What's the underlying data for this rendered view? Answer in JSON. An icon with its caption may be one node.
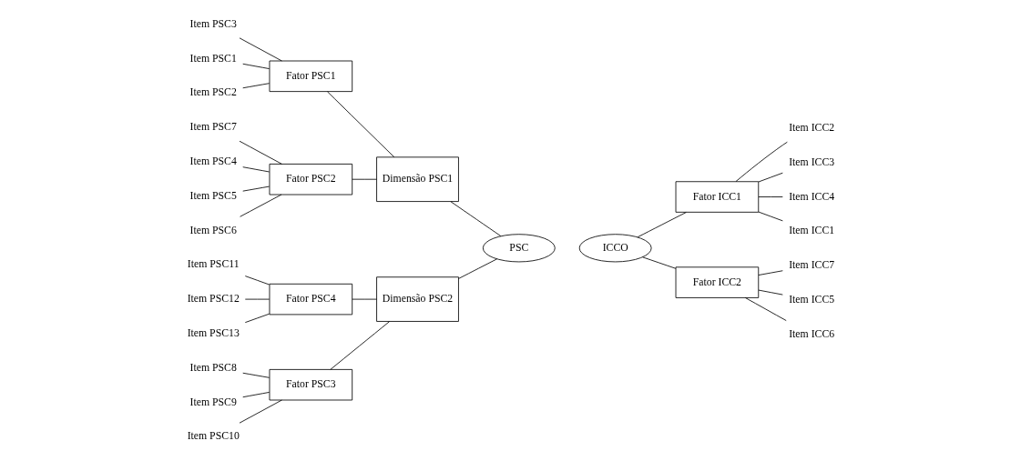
{
  "diagram": {
    "nodes": [
      {
        "text": [
          "Item PSC1"
        ]
      },
      {
        "text": [
          "Item PSC2"
        ]
      },
      {
        "text": [
          "Item PSC3"
        ]
      },
      {
        "text": [
          "Item PSC4"
        ]
      },
      {
        "text": [
          "Item PSC5"
        ]
      },
      {
        "text": [
          "Item PSC6"
        ]
      },
      {
        "text": [
          "Item PSC7"
        ]
      },
      {
        "text": [
          "Item PSC8"
        ]
      },
      {
        "text": [
          "Item PSC9"
        ]
      },
      {
        "text": [
          "Item PSC10"
        ]
      },
      {
        "text": [
          "Item PSC11"
        ]
      },
      {
        "text": [
          "Item PSC12"
        ]
      },
      {
        "text": [
          "Item PSC13"
        ]
      },
      {
        "text": [
          "Fator PSC1"
        ]
      },
      {
        "text": [
          "Fator PSC2"
        ]
      },
      {
        "text": [
          "Fator PSC3"
        ]
      },
      {
        "text": [
          "Fator PSC4"
        ]
      },
      {
        "text": [
          "Dimensão PSC1"
        ]
      },
      {
        "text": [
          "Dimensão PSC2"
        ]
      },
      {
        "text": [
          "PSC"
        ]
      },
      {
        "text": [
          "ICCO"
        ]
      },
      {
        "text": [
          "Fator ICC1"
        ]
      },
      {
        "text": [
          "Fator ICC2"
        ]
      },
      {
        "text": [
          "Item ICC1"
        ]
      },
      {
        "text": [
          "Item ICC2"
        ]
      },
      {
        "text": [
          "Item ICC3"
        ]
      },
      {
        "text": [
          "Item ICC4"
        ]
      },
      {
        "text": [
          "Item ICC5"
        ]
      },
      {
        "text": [
          "Item ICC6"
        ]
      },
      {
        "text": [
          "Item ICC7"
        ]
      }
    ],
    "edges": [
      {
        "from": 0,
        "to": 13,
        "arrow": "none"
      },
      {
        "from": 1,
        "to": 13,
        "arrow": "none"
      },
      {
        "from": 2,
        "to": 13,
        "arrow": "none"
      },
      {
        "from": 3,
        "to": 14,
        "arrow": "none"
      },
      {
        "from": 4,
        "to": 14,
        "arrow": "none"
      },
      {
        "from": 5,
        "to": 14,
        "arrow": "none"
      },
      {
        "from": 6,
        "to": 14,
        "arrow": "none"
      },
      {
        "from": 7,
        "to": 15,
        "arrow": "none"
      },
      {
        "from": 8,
        "to": 15,
        "arrow": "none"
      },
      {
        "from": 9,
        "to": 15,
        "arrow": "none"
      },
      {
        "from": 10,
        "to": 16,
        "arrow": "none"
      },
      {
        "from": 11,
        "to": 16,
        "arrow": "none"
      },
      {
        "from": 12,
        "to": 16,
        "arrow": "none"
      },
      {
        "from": 13,
        "to": 17,
        "arrow": "none"
      },
      {
        "from": 14,
        "to": 17,
        "arrow": "none"
      },
      {
        "from": 15,
        "to": 18,
        "arrow": "none"
      },
      {
        "from": 16,
        "to": 18,
        "arrow": "none"
      },
      {
        "from": 17,
        "to": 19,
        "arrow": "none"
      },
      {
        "from": 18,
        "to": 19,
        "arrow": "none"
      },
      {
        "from": 20,
        "to": 21,
        "arrow": "none"
      },
      {
        "from": 20,
        "to": 22,
        "arrow": "none"
      },
      {
        "from": 21,
        "to": 23,
        "arrow": "none"
      },
      {
        "from": 21,
        "to": 24,
        "arrow": "none"
      },
      {
        "from": 21,
        "to": 25,
        "arrow": "none"
      },
      {
        "from": 21,
        "to": 26,
        "arrow": "none"
      },
      {
        "from": 22,
        "to": 27,
        "arrow": "none"
      },
      {
        "from": 22,
        "to": 28,
        "arrow": "none"
      },
      {
        "from": 22,
        "to": 29,
        "arrow": "none"
      }
    ]
  }
}
